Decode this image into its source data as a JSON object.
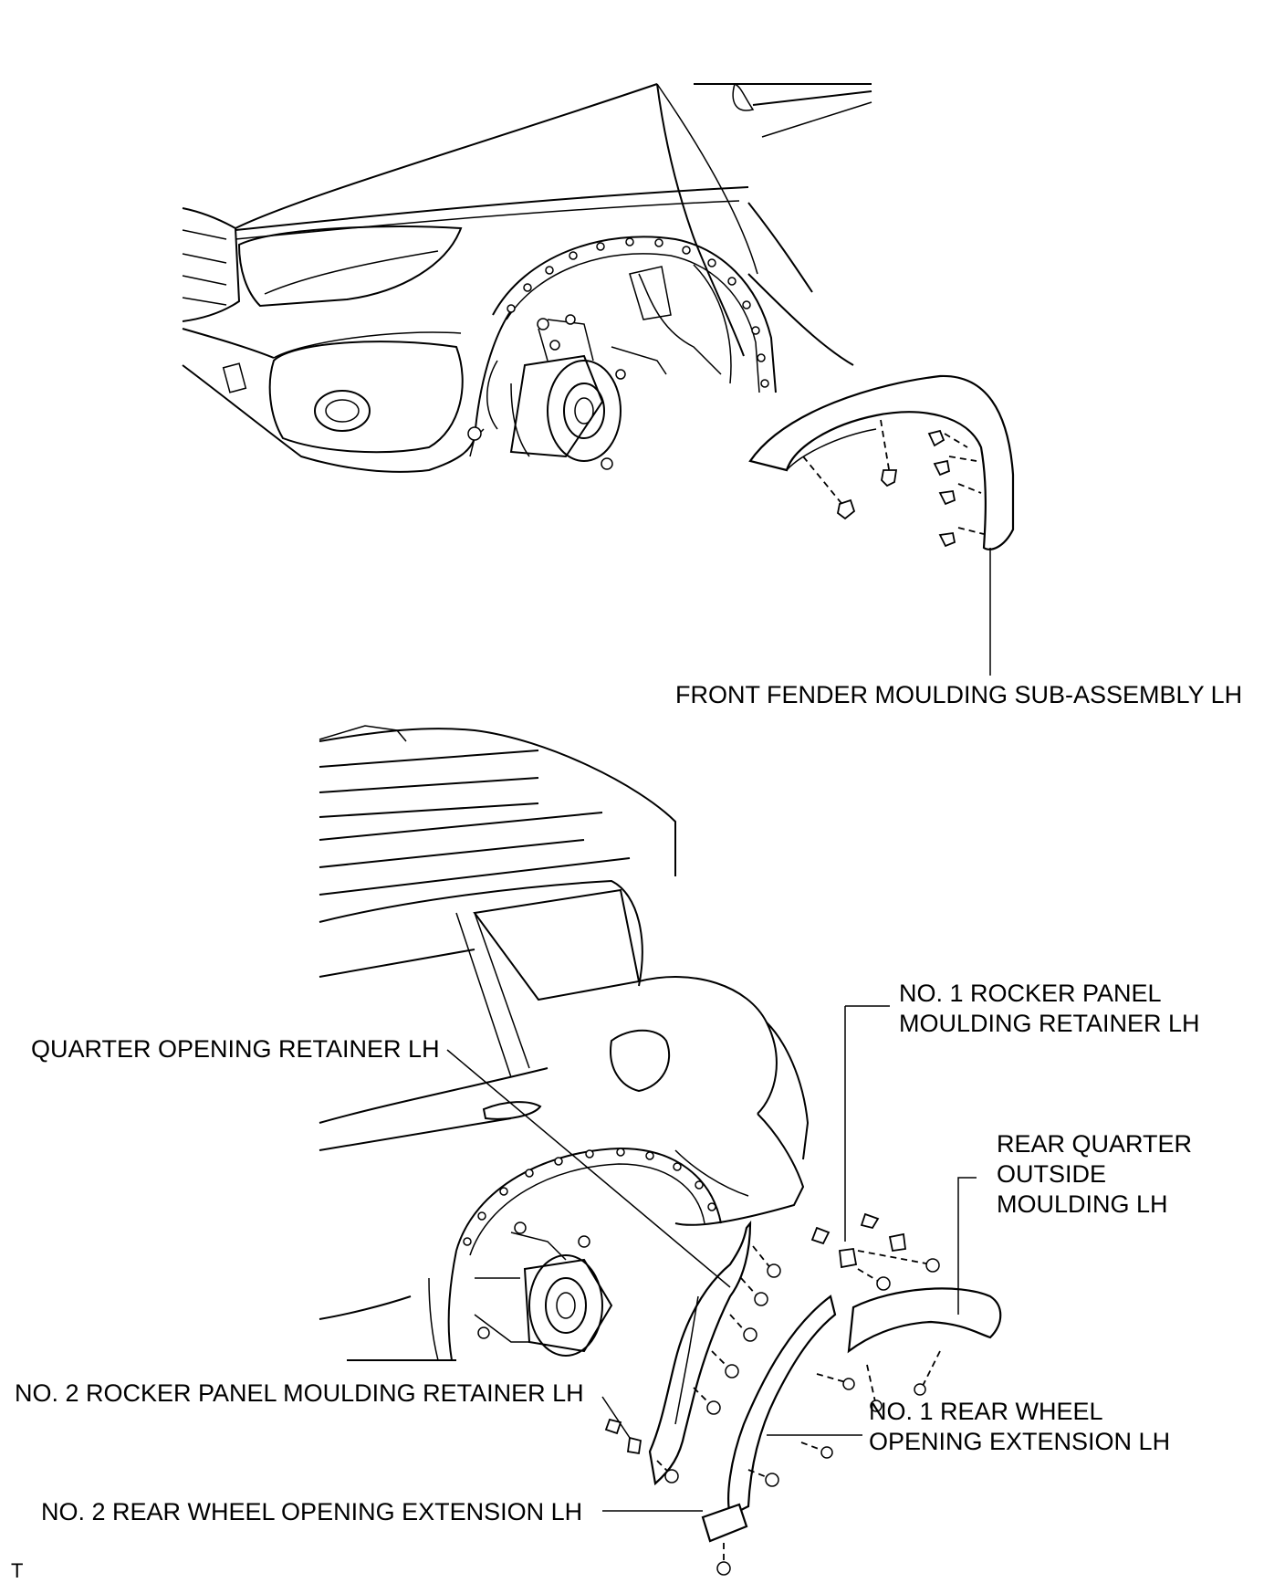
{
  "labels": {
    "front_fender_moulding": "FRONT FENDER MOULDING SUB-ASSEMBLY LH",
    "no1_rocker_retainer_line1": "NO. 1 ROCKER PANEL",
    "no1_rocker_retainer_line2": "MOULDING RETAINER LH",
    "quarter_opening_retainer": "QUARTER OPENING RETAINER LH",
    "rear_quarter_line1": "REAR QUARTER",
    "rear_quarter_line2": "OUTSIDE",
    "rear_quarter_line3": "MOULDING LH",
    "no2_rocker_retainer": "NO. 2 ROCKER PANEL MOULDING RETAINER LH",
    "no1_rear_wheel_line1": "NO. 1 REAR WHEEL",
    "no1_rear_wheel_line2": "OPENING EXTENSION LH",
    "no2_rear_wheel": "NO. 2 REAR WHEEL OPENING EXTENSION LH",
    "corner_mark": "T"
  }
}
